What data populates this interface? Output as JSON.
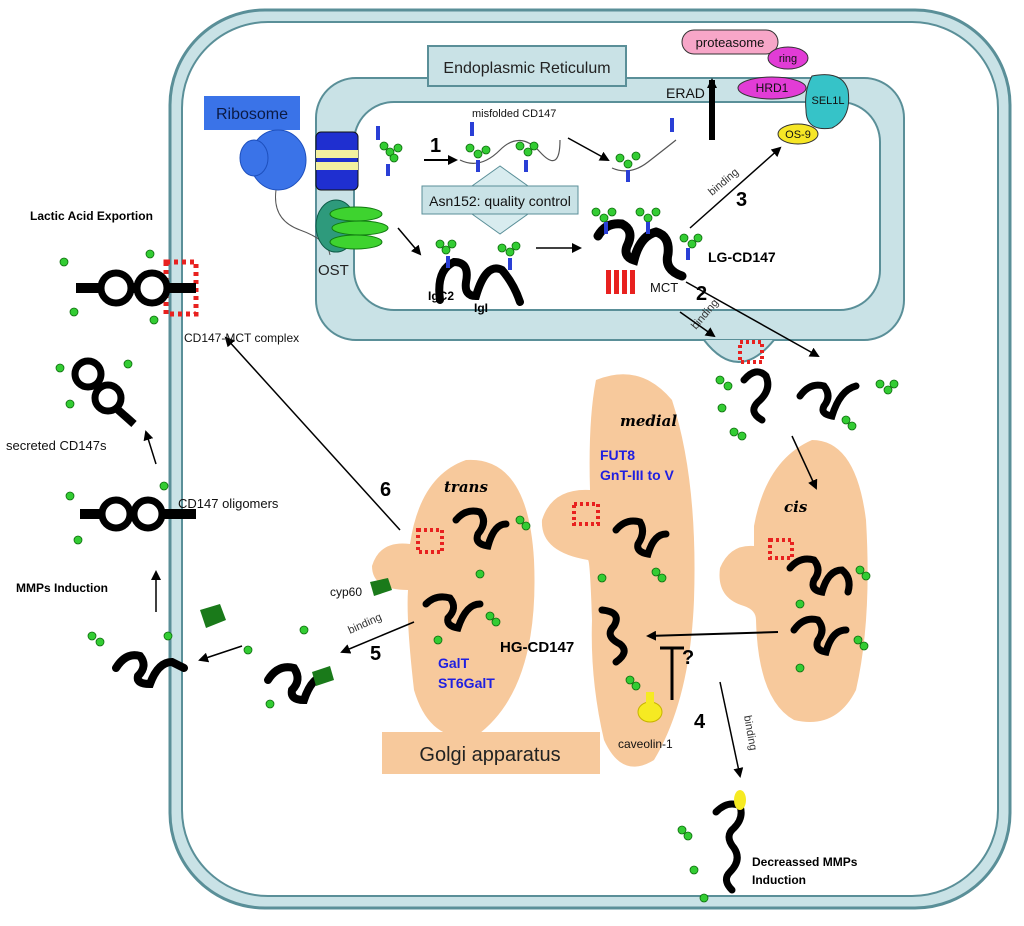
{
  "er": {
    "title": "Endoplasmic Reticulum",
    "ribosome": "Ribosome",
    "ost": "OST",
    "misfolded": "misfolded CD147",
    "quality": "Asn152: quality control",
    "lg": "LG-CD147",
    "igc2": "IgC2",
    "igi": "IgI",
    "mct": "MCT"
  },
  "erad": {
    "label": "ERAD",
    "proteasome": "proteasome",
    "ring": "ring",
    "hrd1": "HRD1",
    "sel1l": "SEL1L",
    "os9": "OS-9"
  },
  "steps": {
    "s1": "1",
    "s2": "2",
    "s3": "3",
    "s4": "4",
    "s5": "5",
    "s6": "6"
  },
  "binding": "binding",
  "golgi": {
    "title": "Golgi apparatus",
    "trans": "trans",
    "medial": "medial",
    "cis": "cis",
    "medial_enzymes": [
      "FUT8",
      "GnT-III to V"
    ],
    "trans_enzymes": [
      "GalT",
      "ST6GalT"
    ],
    "hg": "HG-CD147",
    "question": "?",
    "caveolin": "caveolin-1"
  },
  "outside": {
    "lactic": "Lactic Acid Exportion",
    "complex": "CD147-MCT complex",
    "secreted": "secreted CD147s",
    "oligomers": "CD147 oligomers",
    "mmps": "MMPs Induction",
    "cyp60": "cyp60",
    "decreased": [
      "Decreassed MMPs",
      "Induction"
    ]
  },
  "colors": {
    "cell": "#c9e2e6",
    "cell_edge": "#5a8f98",
    "golgi": "#f7c99c",
    "ribosome": "#3a73e8",
    "glycan_green": "#33cc33",
    "glycan_blue": "#2a3fd6",
    "mct_red": "#e8211f",
    "enzyme_text": "#1f1fe0"
  }
}
